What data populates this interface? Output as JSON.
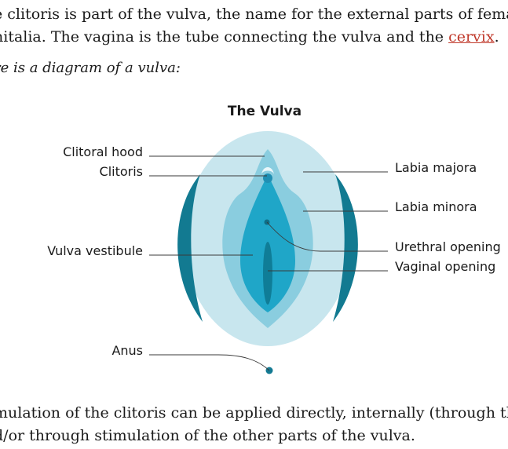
{
  "paragraph_top": {
    "line1": "e clitoris is part of the vulva, the name for the external parts of female",
    "line2_before_link": "nitalia. The vagina is the tube connecting the vulva and the ",
    "link": "cervix",
    "line2_after_link": "."
  },
  "intro": "re is a diagram of a vulva:",
  "diagram": {
    "title": "The Vulva",
    "labels": {
      "clitoral_hood": "Clitoral hood",
      "clitoris": "Clitoris",
      "vulva_vestibule": "Vulva vestibule",
      "anus": "Anus",
      "labia_majora": "Labia majora",
      "labia_minora": "Labia minora",
      "urethral_opening": "Urethral opening",
      "vaginal_opening": "Vaginal opening"
    },
    "colors": {
      "outer": "#c8e6ee",
      "labia_majora_edge": "#127a91",
      "labia_minora": "#8acddf",
      "vestibule": "#1fa6c8",
      "inner_dark": "#0f7d97",
      "clitoris": "#1f8fb3"
    }
  },
  "paragraph_bottom": {
    "line1": "mulation of the clitoris can be applied directly, internally (through the",
    "line2": "d/or through stimulation of the other parts of the vulva."
  }
}
